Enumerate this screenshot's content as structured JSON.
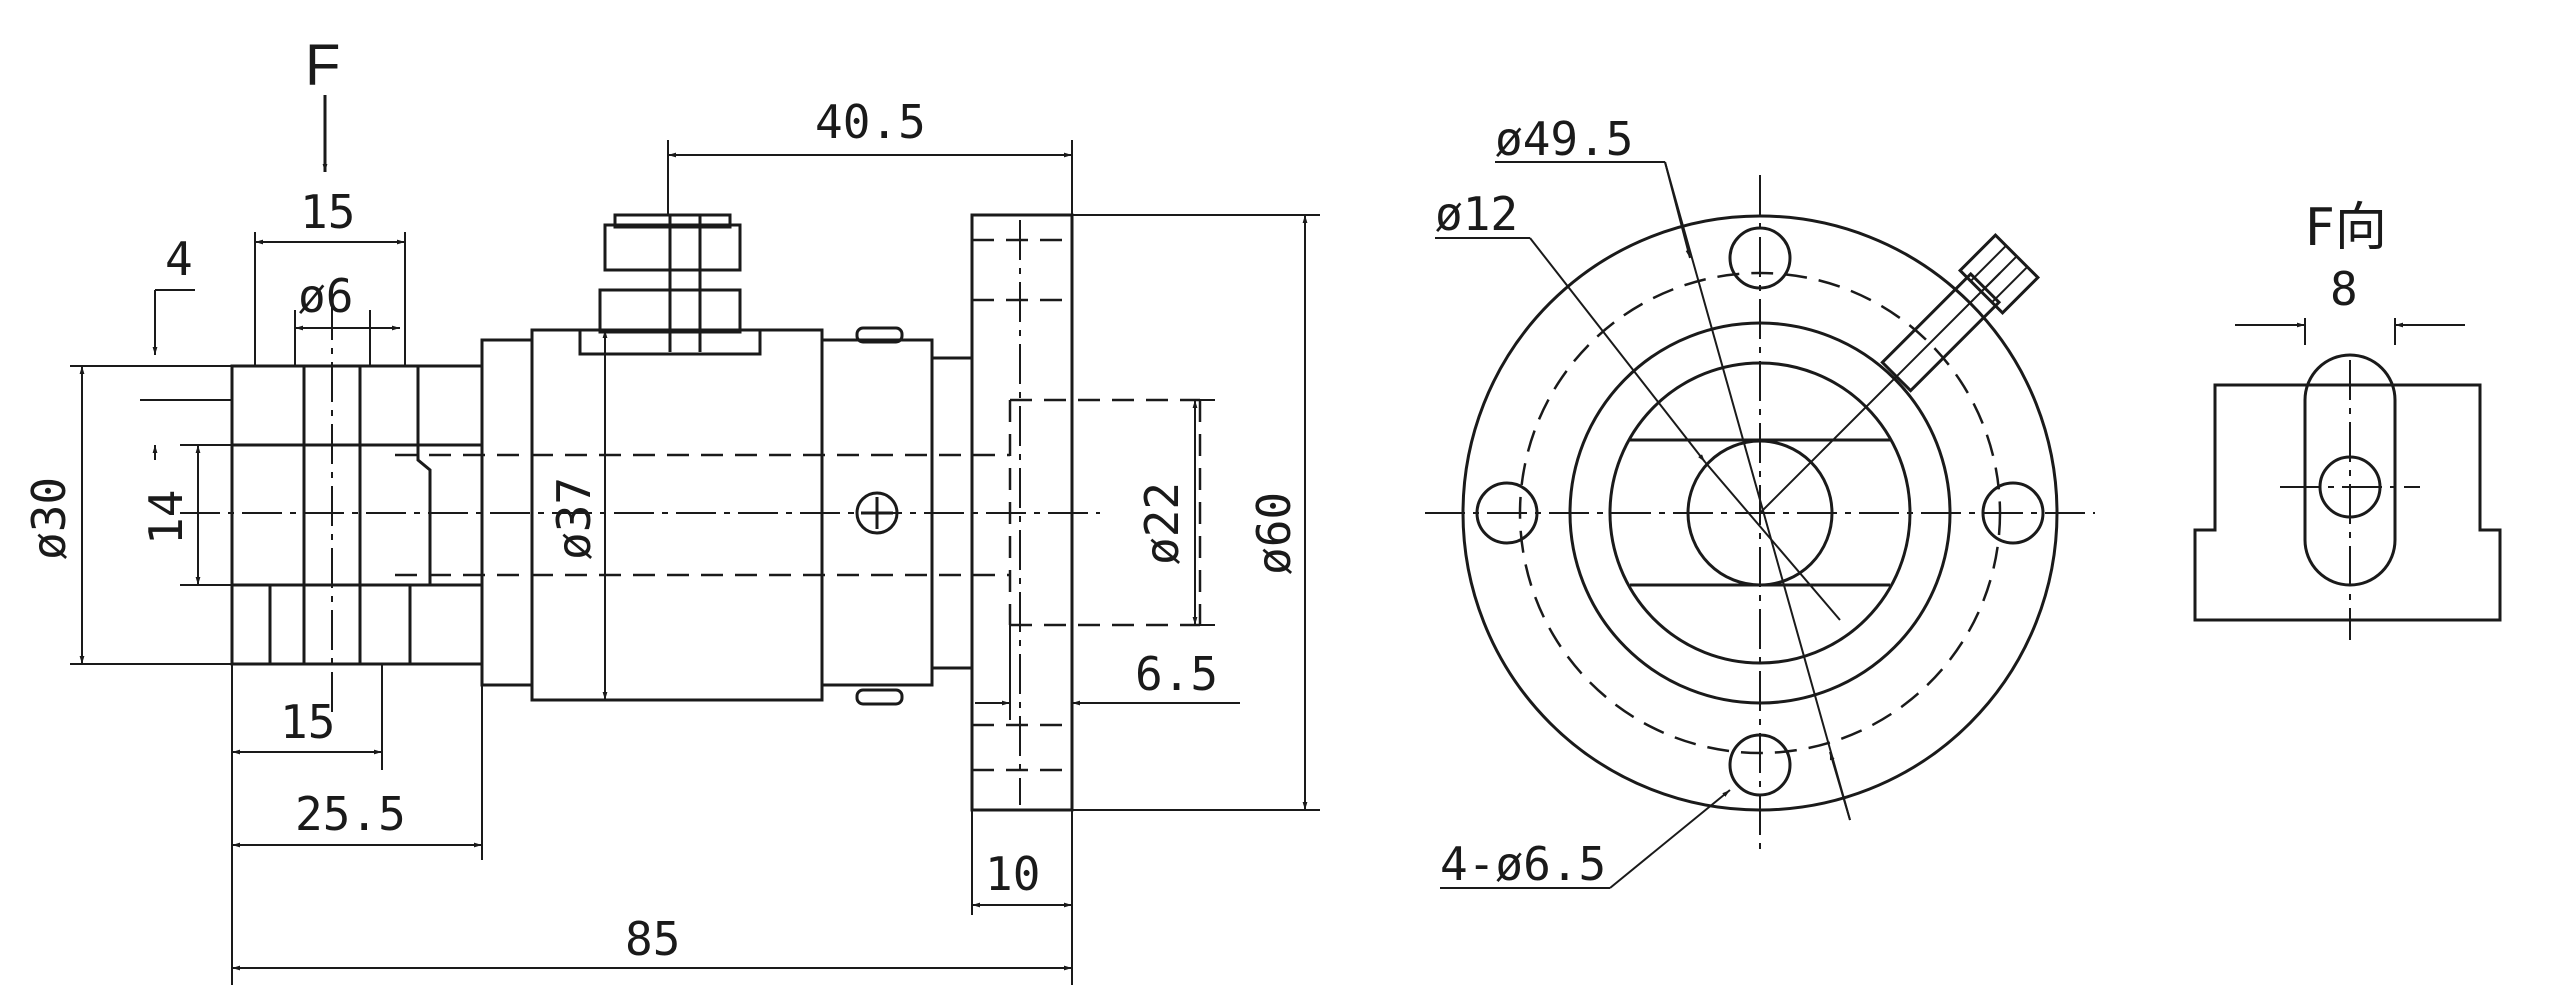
{
  "front_view": {
    "force_label": "F",
    "dims": {
      "top_width": "15",
      "top_offset": "4",
      "bore_dia": "ø6",
      "outer_dia": "ø30",
      "height_14": "14",
      "bottom_width": "15",
      "base_len": "25.5",
      "body_dia": "ø37",
      "top_len": "40.5",
      "shaft_dia": "ø22",
      "flange_dia": "ø60",
      "step": "6.5",
      "flange_thk": "10",
      "total_len": "85"
    }
  },
  "side_view": {
    "pcd": "ø49.5",
    "hub_dia": "ø12",
    "holes": "4-ø6.5"
  },
  "detail_view": {
    "title": "F向",
    "slot_width": "8"
  }
}
